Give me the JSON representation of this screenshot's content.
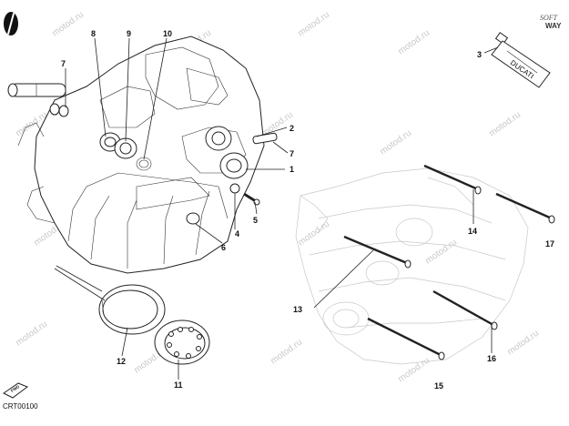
{
  "brand": {
    "top": "SOFT",
    "bottom": "WAY"
  },
  "sealant_label": "DUCATI",
  "watermark": "motod.ru",
  "bottom_left": {
    "badge": "FWD",
    "code": "CRT00100"
  },
  "callouts": {
    "c1": "1",
    "c2": "2",
    "c3": "3",
    "c4": "4",
    "c5": "5",
    "c6": "6",
    "c7a": "7",
    "c7b": "7",
    "c8": "8",
    "c9": "9",
    "c10": "10",
    "c11": "11",
    "c12": "12",
    "c13": "13",
    "c14": "14",
    "c15": "15",
    "c16": "16",
    "c17": "17"
  }
}
